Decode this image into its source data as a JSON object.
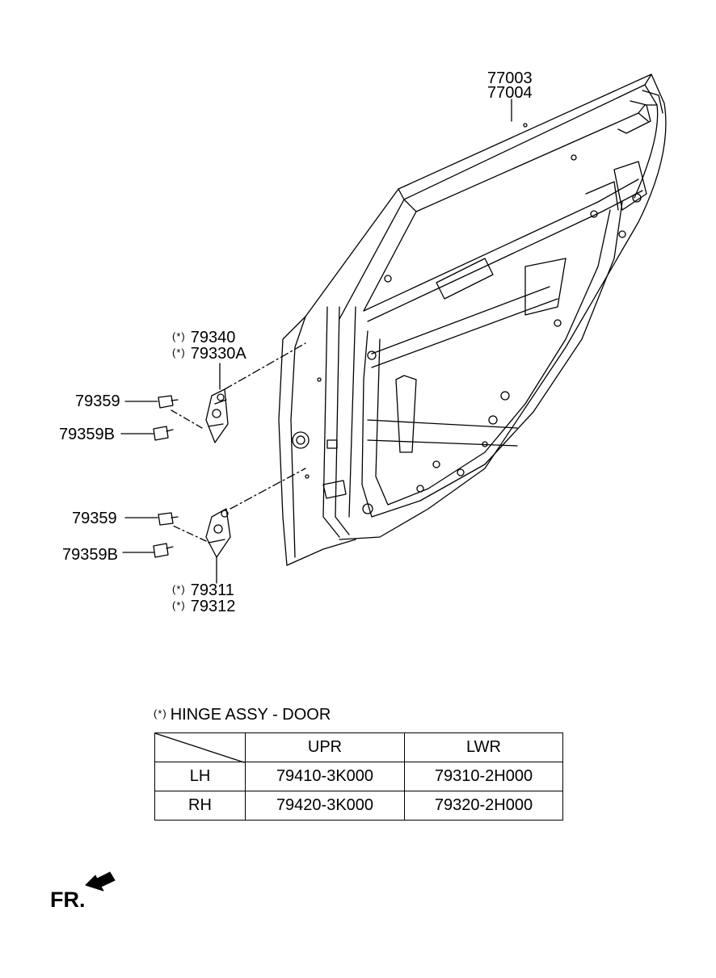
{
  "diagram": {
    "part_labels": {
      "frame_upper": "77003",
      "frame_lower": "77004",
      "upper_hinge_a": "79340",
      "upper_hinge_b": "79330A",
      "upper_bolt_a": "79359",
      "upper_bolt_b": "79359B",
      "lower_bolt_a": "79359",
      "lower_bolt_b": "79359B",
      "lower_hinge_a": "79311",
      "lower_hinge_b": "79312"
    },
    "asterisk": "(*)",
    "front_indicator": "FR."
  },
  "hinge_table": {
    "title": "HINGE ASSY - DOOR",
    "columns": [
      "UPR",
      "LWR"
    ],
    "rows": [
      {
        "side": "LH",
        "upr": "79410-3K000",
        "lwr": "79310-2H000"
      },
      {
        "side": "RH",
        "upr": "79420-3K000",
        "lwr": "79320-2H000"
      }
    ]
  }
}
